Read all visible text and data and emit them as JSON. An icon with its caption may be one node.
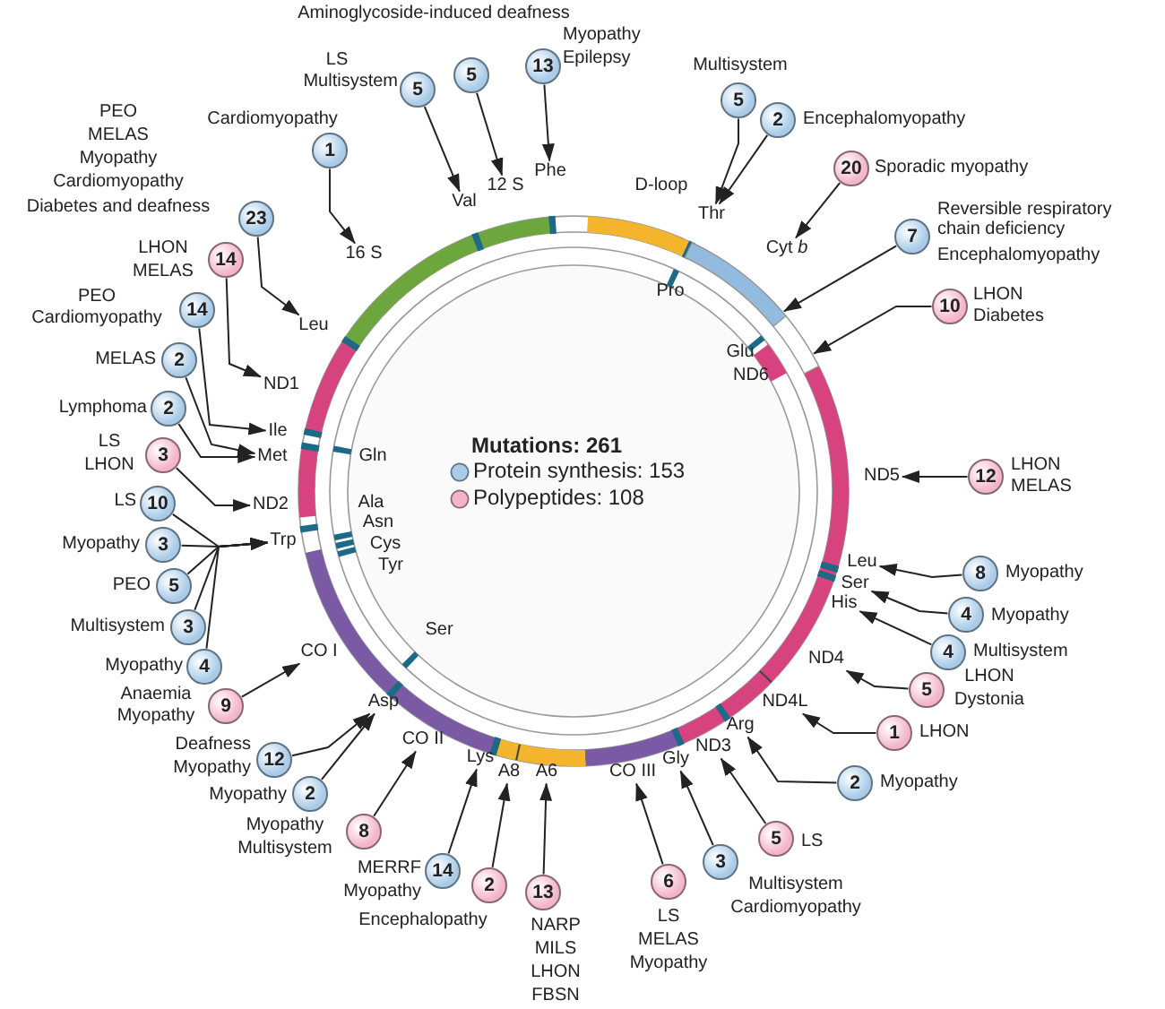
{
  "diagram": {
    "nodes": [
      {
        "text": [
          "16 S"
        ]
      },
      {
        "text": [
          "Val"
        ]
      },
      {
        "text": [
          "12 S"
        ]
      },
      {
        "text": [
          "Phe"
        ]
      },
      {
        "text": [
          "Thr"
        ]
      },
      {
        "text": [
          "Cyt *b*"
        ]
      },
      {
        "text": [
          "ND5"
        ]
      },
      {
        "text": [
          "Leu"
        ]
      },
      {
        "text": [
          "Ser"
        ]
      },
      {
        "text": [
          "His"
        ]
      },
      {
        "text": [
          "ND4"
        ]
      },
      {
        "text": [
          "ND4L"
        ]
      },
      {
        "text": [
          "Arg"
        ]
      },
      {
        "text": [
          "ND3"
        ]
      },
      {
        "text": [
          "Gly"
        ]
      },
      {
        "text": [
          "CO III"
        ]
      },
      {
        "text": [
          "A6"
        ]
      },
      {
        "text": [
          "A8"
        ]
      },
      {
        "text": [
          "Lys"
        ]
      },
      {
        "text": [
          "CO II"
        ]
      },
      {
        "text": [
          "Asp"
        ]
      },
      {
        "text": [
          "CO I"
        ]
      },
      {
        "text": [
          "Trp"
        ]
      },
      {
        "text": [
          "ND2"
        ]
      },
      {
        "text": [
          "Met"
        ]
      },
      {
        "text": [
          "Ile"
        ]
      },
      {
        "text": [
          "ND1"
        ]
      },
      {
        "text": [
          "Leu"
        ]
      },
      {
        "text": [
          "1"
        ],
        "beside": [
          "Cardiomyopathy"
        ]
      },
      {
        "text": [
          "5"
        ],
        "beside": [
          "LS",
          "Multisystem"
        ]
      },
      {
        "text": [
          "5"
        ],
        "beside": [
          "Aminoglycoside-induced deafness"
        ]
      },
      {
        "text": [
          "13"
        ],
        "beside": [
          "Myopathy",
          "Epilepsy"
        ]
      },
      {
        "text": [
          "5"
        ],
        "beside": [
          "Multisystem"
        ]
      },
      {
        "text": [
          "2"
        ],
        "beside": [
          "Encephalomyopathy"
        ]
      },
      {
        "text": [
          "20"
        ],
        "beside": [
          "Sporadic myopathy"
        ]
      },
      {
        "text": [
          "7"
        ],
        "beside": [
          "Reversible respiratory chain deficiency",
          "Encephalomyopathy"
        ]
      },
      {
        "text": [
          "10"
        ],
        "beside": [
          "LHON",
          "Diabetes"
        ]
      },
      {
        "text": [
          "12"
        ],
        "beside": [
          "LHON",
          "MELAS"
        ]
      },
      {
        "text": [
          "8"
        ],
        "beside": [
          "Myopathy"
        ]
      },
      {
        "text": [
          "4"
        ],
        "beside": [
          "Myopathy"
        ]
      },
      {
        "text": [
          "4"
        ],
        "beside": [
          "Multisystem"
        ]
      },
      {
        "text": [
          "5"
        ],
        "beside": [
          "LHON",
          "Dystonia"
        ]
      },
      {
        "text": [
          "1"
        ],
        "beside": [
          "LHON"
        ]
      },
      {
        "text": [
          "2"
        ],
        "beside": [
          "Myopathy"
        ]
      },
      {
        "text": [
          "5"
        ],
        "beside": [
          "LS"
        ]
      },
      {
        "text": [
          "3"
        ],
        "beside": [
          "Multisystem",
          "Cardiomyopathy"
        ]
      },
      {
        "text": [
          "6"
        ],
        "beside": [
          "LS",
          "MELAS",
          "Myopathy"
        ]
      },
      {
        "text": [
          "13"
        ],
        "beside": [
          "NARP",
          "MILS",
          "LHON",
          "FBSN"
        ]
      },
      {
        "text": [
          "2"
        ],
        "beside": [
          "Encephalopathy"
        ]
      },
      {
        "text": [
          "14"
        ],
        "beside": [
          "MERRF",
          "Myopathy"
        ]
      },
      {
        "text": [
          "8"
        ],
        "beside": [
          "Myopathy",
          "Multisystem"
        ]
      },
      {
        "text": [
          "2"
        ],
        "beside": [
          "Myopathy"
        ]
      },
      {
        "text": [
          "12"
        ],
        "beside": [
          "Deafness",
          "Myopathy"
        ]
      },
      {
        "text": [
          "9"
        ],
        "beside": [
          "Anaemia",
          "Myopathy"
        ]
      },
      {
        "text": [
          "4"
        ],
        "beside": [
          "Myopathy"
        ]
      },
      {
        "text": [
          "3"
        ],
        "beside": [
          "Multisystem"
        ]
      },
      {
        "text": [
          "5"
        ],
        "beside": [
          "PEO"
        ]
      },
      {
        "text": [
          "3"
        ],
        "beside": [
          "Myopathy"
        ]
      },
      {
        "text": [
          "10"
        ],
        "beside": [
          "LS"
        ]
      },
      {
        "text": [
          "3"
        ],
        "beside": [
          "LS",
          "LHON"
        ]
      },
      {
        "text": [
          "2"
        ],
        "beside": [
          "Lymphoma"
        ]
      },
      {
        "text": [
          "2"
        ],
        "beside": [
          "MELAS"
        ]
      },
      {
        "text": [
          "14"
        ],
        "beside": [
          "PEO",
          "Cardiomyopathy"
        ]
      },
      {
        "text": [
          "14"
        ],
        "beside": [
          "LHON",
          "MELAS"
        ]
      },
      {
        "text": [
          "23"
        ],
        "beside": [
          "PEO",
          "MELAS",
          "Myopathy",
          "Cardiomyopathy",
          "Diabetes and deafness"
        ]
      },
      {
        "text": [],
        "shape": "bar"
      },
      {
        "text": [],
        "shape": "bar"
      }
    ],
    "edges": [
      {
        "from": 28,
        "to": 0,
        "arrow": "to"
      },
      {
        "from": 29,
        "to": 1,
        "arrow": "to"
      },
      {
        "from": 30,
        "to": 2,
        "arrow": "to"
      },
      {
        "from": 31,
        "to": 3,
        "arrow": "to"
      },
      {
        "from": 32,
        "to": 4,
        "arrow": "to"
      },
      {
        "from": 33,
        "to": 4,
        "arrow": "to"
      },
      {
        "from": 34,
        "to": 5,
        "arrow": "to"
      },
      {
        "from": 35,
        "to": 65,
        "arrow": "to"
      },
      {
        "from": 36,
        "to": 66,
        "arrow": "to"
      },
      {
        "from": 37,
        "to": 6,
        "arrow": "to"
      },
      {
        "from": 38,
        "to": 7,
        "arrow": "to"
      },
      {
        "from": 39,
        "to": 8,
        "arrow": "to"
      },
      {
        "from": 40,
        "to": 9,
        "arrow": "to"
      },
      {
        "from": 41,
        "to": 10,
        "arrow": "to"
      },
      {
        "from": 42,
        "to": 11,
        "arrow": "to"
      },
      {
        "from": 43,
        "to": 12,
        "arrow": "to"
      },
      {
        "from": 44,
        "to": 13,
        "arrow": "to"
      },
      {
        "from": 45,
        "to": 14,
        "arrow": "to"
      },
      {
        "from": 46,
        "to": 15,
        "arrow": "to"
      },
      {
        "from": 47,
        "to": 16,
        "arrow": "to"
      },
      {
        "from": 48,
        "to": 17,
        "arrow": "to"
      },
      {
        "from": 49,
        "to": 18,
        "arrow": "to"
      },
      {
        "from": 50,
        "to": 19,
        "arrow": "to"
      },
      {
        "from": 51,
        "to": 20,
        "arrow": "to"
      },
      {
        "from": 52,
        "to": 20,
        "arrow": "to"
      },
      {
        "from": 53,
        "to": 21,
        "arrow": "to"
      },
      {
        "from": 54,
        "to": 22,
        "arrow": "to"
      },
      {
        "from": 55,
        "to": 22,
        "arrow": "to"
      },
      {
        "from": 56,
        "to": 22,
        "arrow": "to"
      },
      {
        "from": 57,
        "to": 22,
        "arrow": "to"
      },
      {
        "from": 58,
        "to": 22,
        "arrow": "to"
      },
      {
        "from": 59,
        "to": 23,
        "arrow": "to"
      },
      {
        "from": 60,
        "to": 24,
        "arrow": "to"
      },
      {
        "from": 61,
        "to": 24,
        "arrow": "to"
      },
      {
        "from": 62,
        "to": 25,
        "arrow": "to"
      },
      {
        "from": 63,
        "to": 26,
        "arrow": "to"
      },
      {
        "from": 64,
        "to": 27,
        "arrow": "to"
      }
    ],
    "labels": [
      "D-loop",
      "Pro",
      "Glu",
      "ND6",
      "Gln",
      "Ala",
      "Asn",
      "Cys",
      "Tyr",
      "Ser",
      "Mutations: 261"
    ],
    "legend": [
      {
        "text": "Protein synthesis: 153",
        "color": "#a9cbe8"
      },
      {
        "text": "Polypeptides: 108",
        "color": "#f3b5c9"
      }
    ]
  }
}
